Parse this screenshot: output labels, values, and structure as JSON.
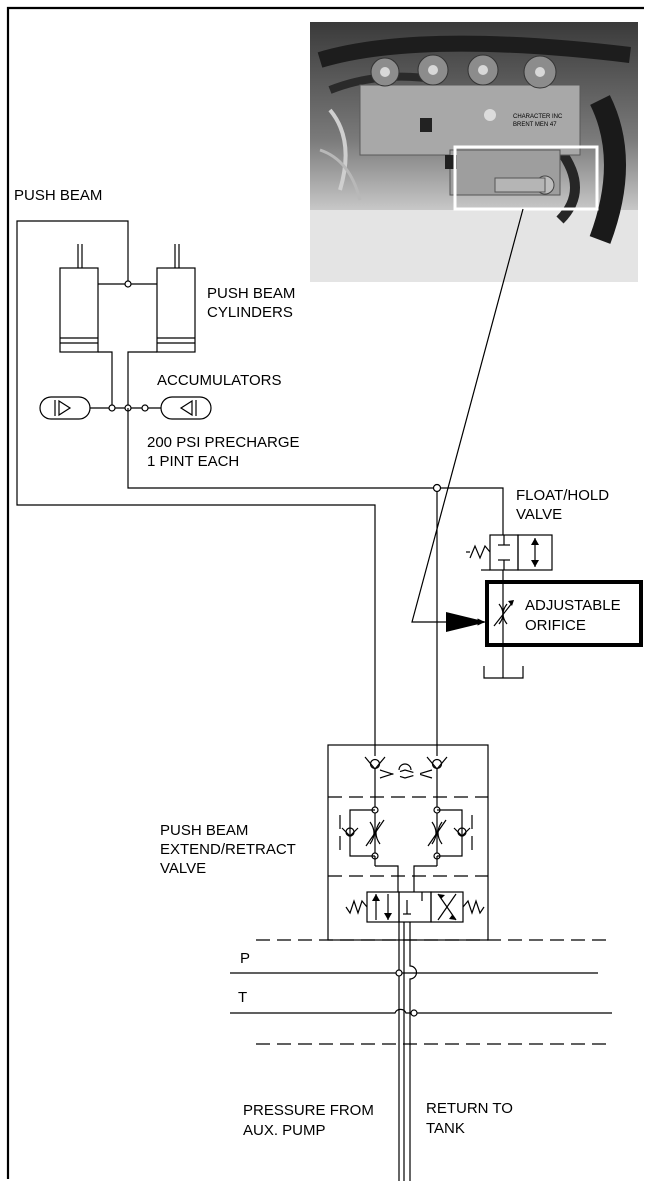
{
  "labels": {
    "push_beam": "PUSH BEAM",
    "push_beam_cylinders": [
      "PUSH BEAM",
      "CYLINDERS"
    ],
    "accumulators": "ACCUMULATORS",
    "precharge": [
      "200 PSI PRECHARGE",
      "1 PINT EACH"
    ],
    "float_hold_valve": [
      "FLOAT/HOLD",
      "VALVE"
    ],
    "adjustable_orifice": [
      "ADJUSTABLE",
      "ORIFICE"
    ],
    "extend_retract_valve": [
      "PUSH BEAM",
      "EXTEND/RETRACT",
      "VALVE"
    ],
    "pressure_line": "P",
    "tank_line": "T",
    "pressure_from": [
      "PRESSURE FROM",
      "AUX. PUMP"
    ],
    "return_to": [
      "RETURN TO",
      "TANK"
    ]
  },
  "photo": {
    "description": "valve-manifold-photo",
    "plate_text": [
      "CHARACTER INC",
      "BRENT MEN 47"
    ]
  }
}
